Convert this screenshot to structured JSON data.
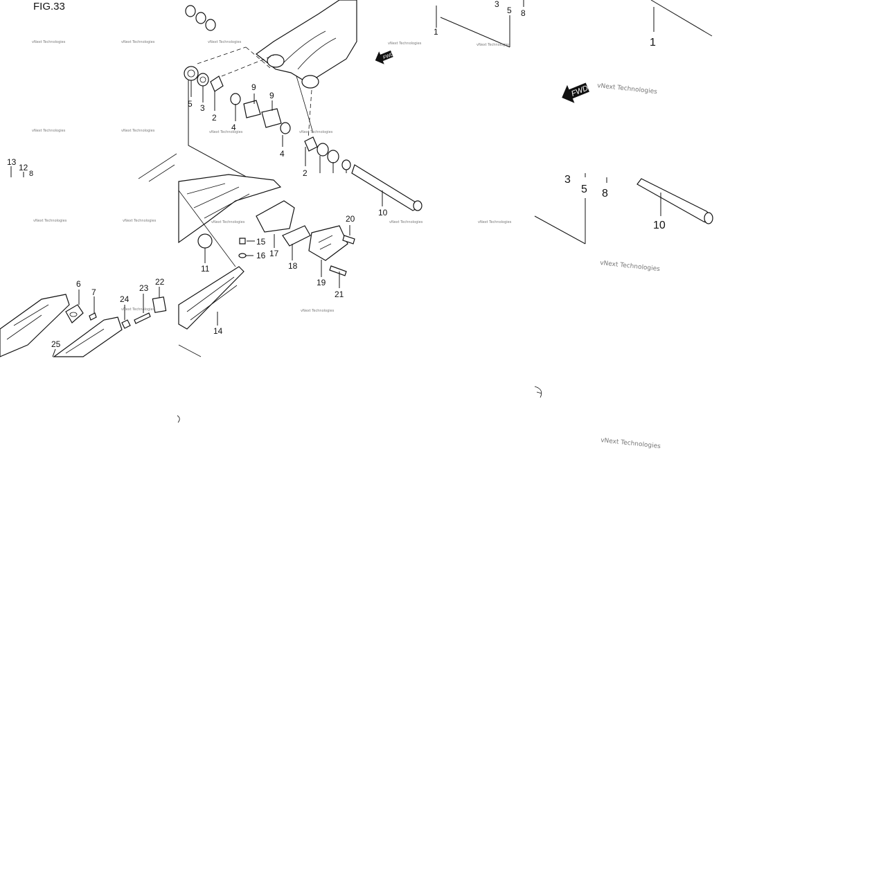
{
  "figure_label": "FIG.33",
  "watermark_text": "vNext Technologies",
  "fwd_label": "FWD",
  "callouts_main": [
    "1",
    "2",
    "2",
    "3",
    "3",
    "4",
    "4",
    "5",
    "5",
    "6",
    "7",
    "8",
    "9",
    "9",
    "10",
    "11",
    "12",
    "13",
    "14",
    "15",
    "16",
    "17",
    "18",
    "19",
    "20",
    "21",
    "22",
    "23",
    "24",
    "25"
  ],
  "callouts_zoom": [
    "1",
    "3",
    "5",
    "8",
    "10"
  ],
  "colors": {
    "ink": "#111111",
    "background": "#ffffff",
    "watermark": "#777777"
  }
}
